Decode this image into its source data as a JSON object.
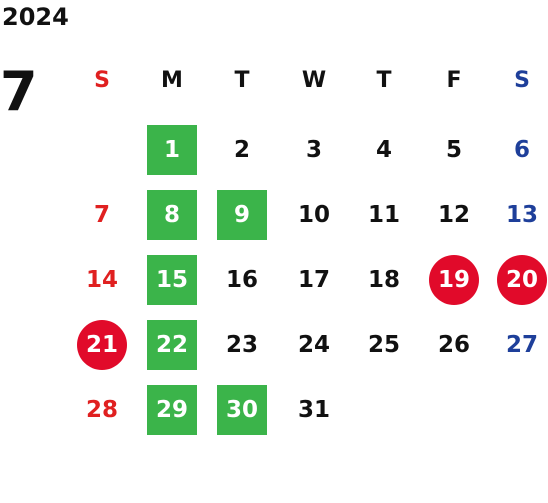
{
  "calendar": {
    "year": "2024",
    "month": "7",
    "weekdays": [
      "S",
      "M",
      "T",
      "W",
      "T",
      "F",
      "S"
    ],
    "colors": {
      "sunday_text": "#e02020",
      "saturday_text": "#1e3f9a",
      "weekday_text": "#111111",
      "highlight_green": "#3bb44a",
      "highlight_red": "#e10a2a",
      "highlight_text": "#ffffff"
    },
    "first_weekday_index": 1,
    "days": [
      {
        "label": "1",
        "style": "green"
      },
      {
        "label": "2",
        "style": "normal"
      },
      {
        "label": "3",
        "style": "normal"
      },
      {
        "label": "4",
        "style": "normal"
      },
      {
        "label": "5",
        "style": "normal"
      },
      {
        "label": "6",
        "style": "saturday"
      },
      {
        "label": "7",
        "style": "sunday"
      },
      {
        "label": "8",
        "style": "green"
      },
      {
        "label": "9",
        "style": "green"
      },
      {
        "label": "10",
        "style": "normal"
      },
      {
        "label": "11",
        "style": "normal"
      },
      {
        "label": "12",
        "style": "normal"
      },
      {
        "label": "13",
        "style": "saturday"
      },
      {
        "label": "14",
        "style": "sunday"
      },
      {
        "label": "15",
        "style": "green"
      },
      {
        "label": "16",
        "style": "normal"
      },
      {
        "label": "17",
        "style": "normal"
      },
      {
        "label": "18",
        "style": "normal"
      },
      {
        "label": "19",
        "style": "red-circle"
      },
      {
        "label": "20",
        "style": "red-circle"
      },
      {
        "label": "21",
        "style": "red-circle"
      },
      {
        "label": "22",
        "style": "green"
      },
      {
        "label": "23",
        "style": "normal"
      },
      {
        "label": "24",
        "style": "normal"
      },
      {
        "label": "25",
        "style": "normal"
      },
      {
        "label": "26",
        "style": "normal"
      },
      {
        "label": "27",
        "style": "saturday"
      },
      {
        "label": "28",
        "style": "sunday"
      },
      {
        "label": "29",
        "style": "green"
      },
      {
        "label": "30",
        "style": "green"
      },
      {
        "label": "31",
        "style": "normal"
      }
    ]
  }
}
